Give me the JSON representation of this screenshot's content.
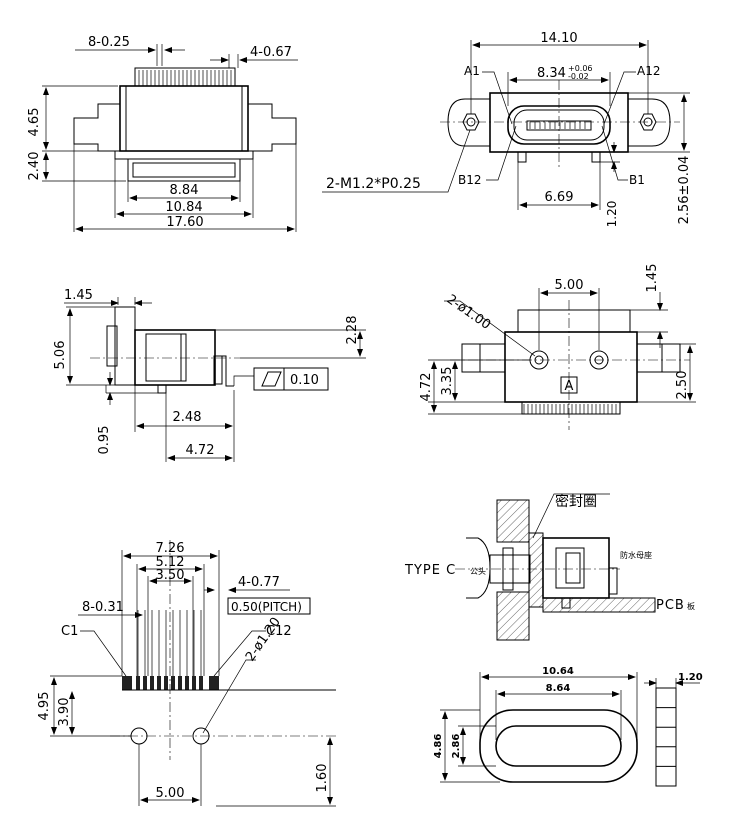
{
  "top_view": {
    "dim_pins_pitch": "8-0.25",
    "dim_pins_b": "4-0.67",
    "dim_h1": "4.65",
    "dim_h2": "2.40",
    "dim_w_inner": "8.84",
    "dim_w_mid": "10.84",
    "dim_w_total": "17.60"
  },
  "front_view": {
    "dim_width": "14.10",
    "dim_opening": "8.34",
    "dim_opening_tol_plus": "+0.06",
    "dim_opening_tol_minus": "-0.02",
    "label_a1": "A1",
    "label_a12": "A12",
    "label_b12": "B12",
    "label_b1": "B1",
    "dim_screw": "2-M1.2*P0.25",
    "dim_post_span": "6.69",
    "dim_post_h": "1.20",
    "dim_height": "2.56±0.04"
  },
  "side_view": {
    "dim_flange": "1.45",
    "dim_height": "5.06",
    "dim_right_h": "2.28",
    "flatness_value": "0.10",
    "dim_standoff": "0.95",
    "dim_length1": "2.48",
    "dim_length2": "4.72"
  },
  "bottom_view": {
    "dim_post_span": "5.00",
    "dim_top_offset": "1.45",
    "dim_holes": "2-ø1.00",
    "datum_label": "A",
    "dim_h1": "3.35",
    "dim_h2": "4.72",
    "dim_right": "2.50"
  },
  "pcb_layout": {
    "dim_outer": "7.26",
    "dim_mid": "5.12",
    "dim_inner": "3.50",
    "dim_pads_b": "4-0.77",
    "dim_pads_a": "8-0.31",
    "pitch_note": "0.50(PITCH)",
    "label_c1": "C1",
    "label_c12": "C12",
    "dim_holes": "2-ø1.20",
    "dim_h1": "4.95",
    "dim_h2": "3.90",
    "dim_hole_span": "5.00",
    "dim_edge": "1.60"
  },
  "assembly_view": {
    "seal_label": "密封圈",
    "type_c_label": "TYPE C",
    "male_label": "公头",
    "socket_label": "防水母座",
    "pcb_label": "PCB",
    "board_label": "板"
  },
  "seal_ring": {
    "dim_outer": "10.64",
    "dim_inner": "8.64",
    "dim_h_outer": "4.86",
    "dim_h_inner": "2.86",
    "dim_thickness": "1.20"
  }
}
